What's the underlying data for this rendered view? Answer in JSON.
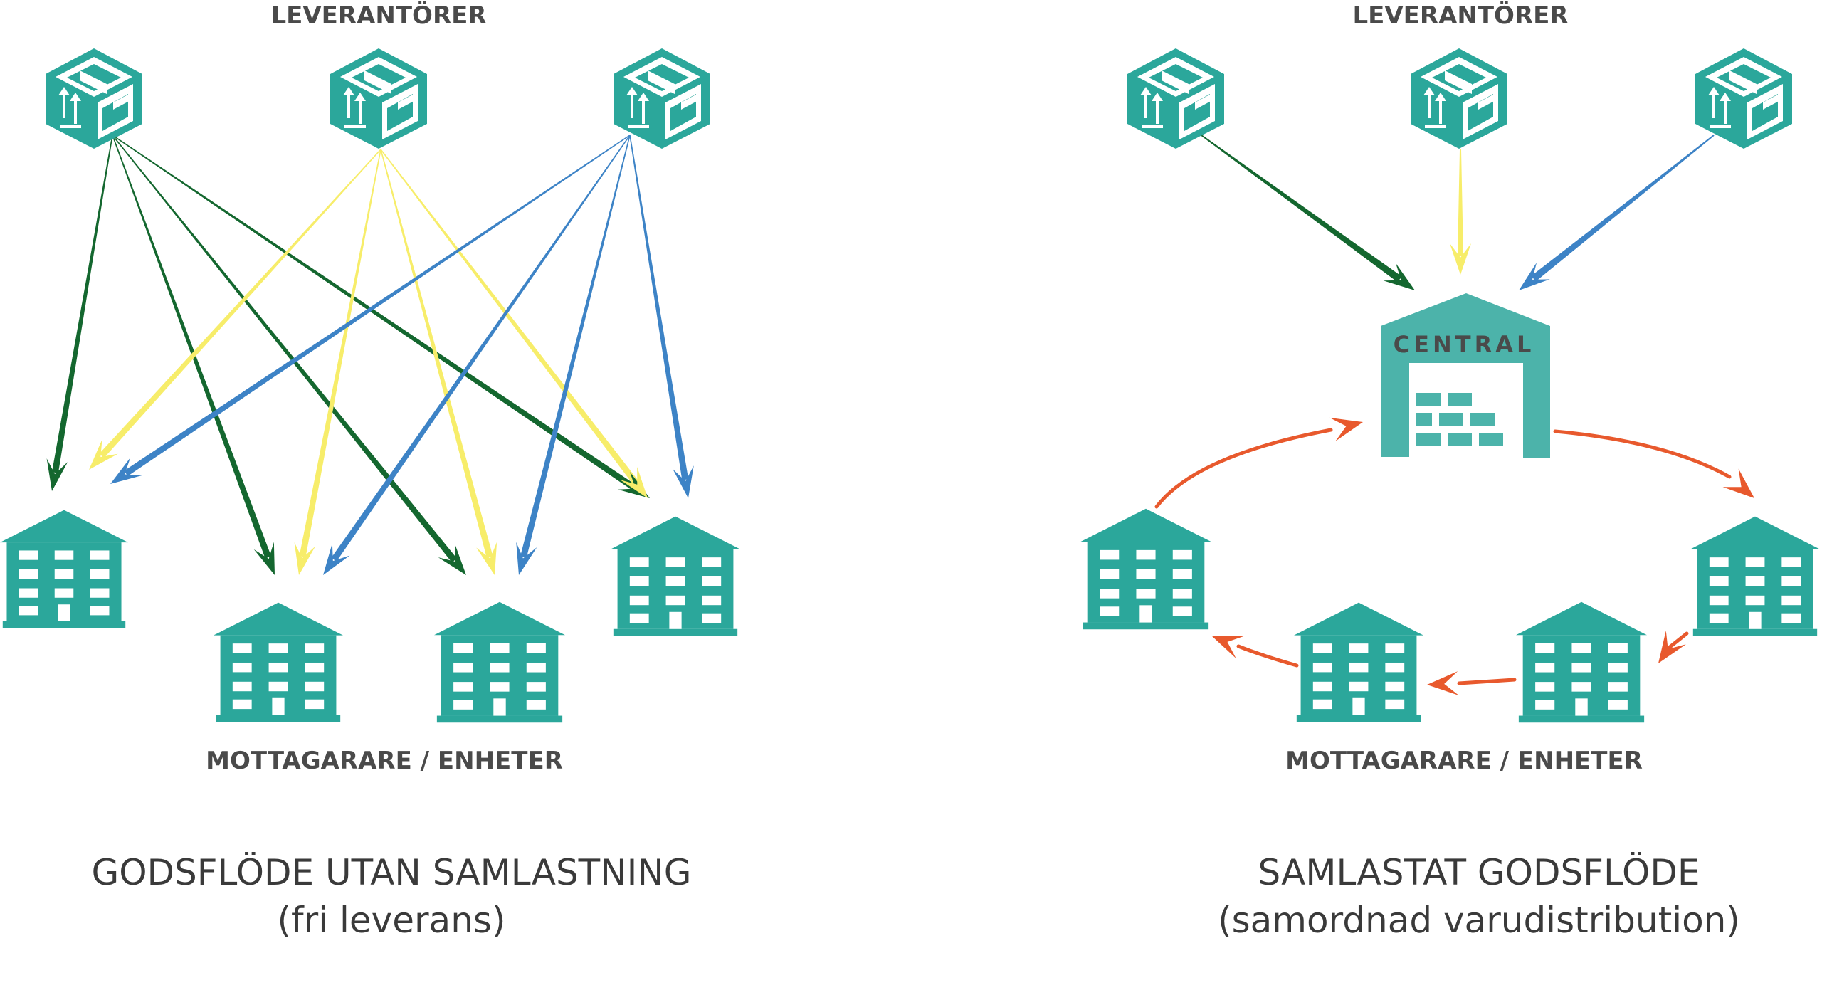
{
  "colors": {
    "teal": "#2ba79b",
    "central_fill": "#4cb3aa",
    "green": "#14672f",
    "yellow": "#f7ed6a",
    "blue": "#3d83c6",
    "orange": "#e8592d",
    "text": "#4a4a4a"
  },
  "left": {
    "suppliers_label": "LEVERANTÖRER",
    "receivers_label": "MOTTAGARARE / ENHETER",
    "title": "GODSFLÖDE UTAN SAMLASTNING",
    "subtitle": "(fri leverans)"
  },
  "right": {
    "suppliers_label": "LEVERANTÖRER",
    "receivers_label": "MOTTAGARARE / ENHETER",
    "central_label": "CENTRAL",
    "title": "SAMLASTAT GODSFLÖDE",
    "subtitle": "(samordnad varudistribution)"
  },
  "icons": {
    "supplier": "package-box-icon",
    "receiver": "building-icon",
    "central": "warehouse-icon"
  }
}
